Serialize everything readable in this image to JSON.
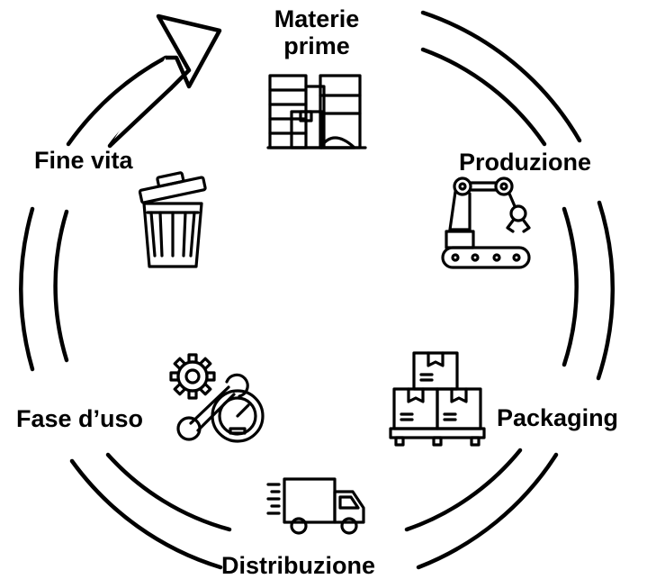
{
  "stages": [
    {
      "id": "raw-materials",
      "label": "Materie prime",
      "icon": "raw-materials-warehouse-icon"
    },
    {
      "id": "production",
      "label": "Produzione",
      "icon": "robotic-arm-icon"
    },
    {
      "id": "packaging",
      "label": "Packaging",
      "icon": "boxes-on-pallet-icon"
    },
    {
      "id": "distribution",
      "label": "Distribuzione",
      "icon": "delivery-truck-icon"
    },
    {
      "id": "use-phase",
      "label": "Fase d’uso",
      "icon": "gear-wrench-gauge-icon"
    },
    {
      "id": "end-of-life",
      "label": "Fine vita",
      "icon": "trash-bin-icon"
    }
  ],
  "cycle_arrow": "clockwise-arrow-icon",
  "colors": {
    "stroke": "#000000",
    "background": "#ffffff"
  }
}
